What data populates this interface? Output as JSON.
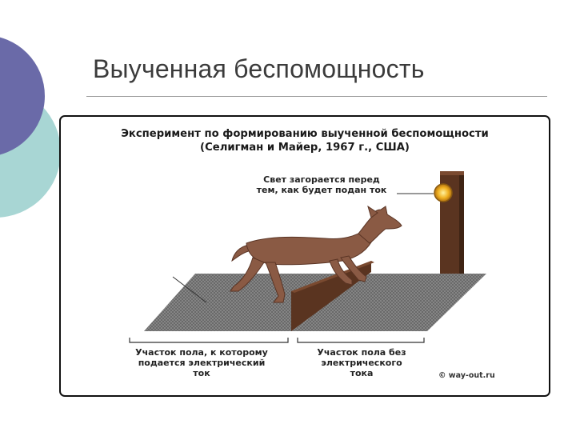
{
  "slide": {
    "title": "Выученная беспомощность"
  },
  "figure": {
    "title_line1": "Эксперимент по формированию выученной беспомощности",
    "title_line2": "(Селигман и Майер, 1967 г., США)",
    "light_label_line1": "Свет загорается перед",
    "light_label_line2": "тем, как будет подан ток",
    "left_zone_line1": "Участок пола, к которому",
    "left_zone_line2": "подается электрический",
    "left_zone_line3": "ток",
    "right_zone_line1": "Участок пола без",
    "right_zone_line2": "электрического",
    "right_zone_line3": "тока",
    "credit": "© way-out.ru"
  },
  "colors": {
    "deco_purple": "#6a6aa8",
    "deco_teal": "#a8d6d4",
    "dog": "#8a5a44",
    "board": "#5a3420",
    "lamp": "#f0b020"
  }
}
